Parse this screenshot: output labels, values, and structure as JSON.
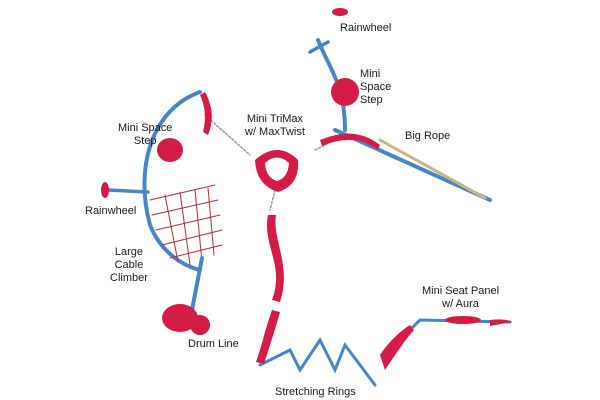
{
  "colors": {
    "pole": "#4a86c5",
    "component": "#d41c48",
    "cable": "#b03030"
  },
  "labels": {
    "rainwheel_top": "Rainwheel",
    "mini_space_step_right": [
      "Mini",
      "Space",
      "Step"
    ],
    "mini_trimax": [
      "Mini TriMax",
      "w/ MaxTwist"
    ],
    "big_rope": "Big Rope",
    "mini_space_step_left": [
      "Mini Space",
      "Step"
    ],
    "rainwheel_left": "Rainwheel",
    "large_cable_climber": [
      "Large",
      "Cable",
      "Climber"
    ],
    "drum_line": "Drum Line",
    "stretching_rings": "Stretching Rings",
    "mini_seat_panel": [
      "Mini Seat Panel",
      "w/ Aura"
    ]
  }
}
